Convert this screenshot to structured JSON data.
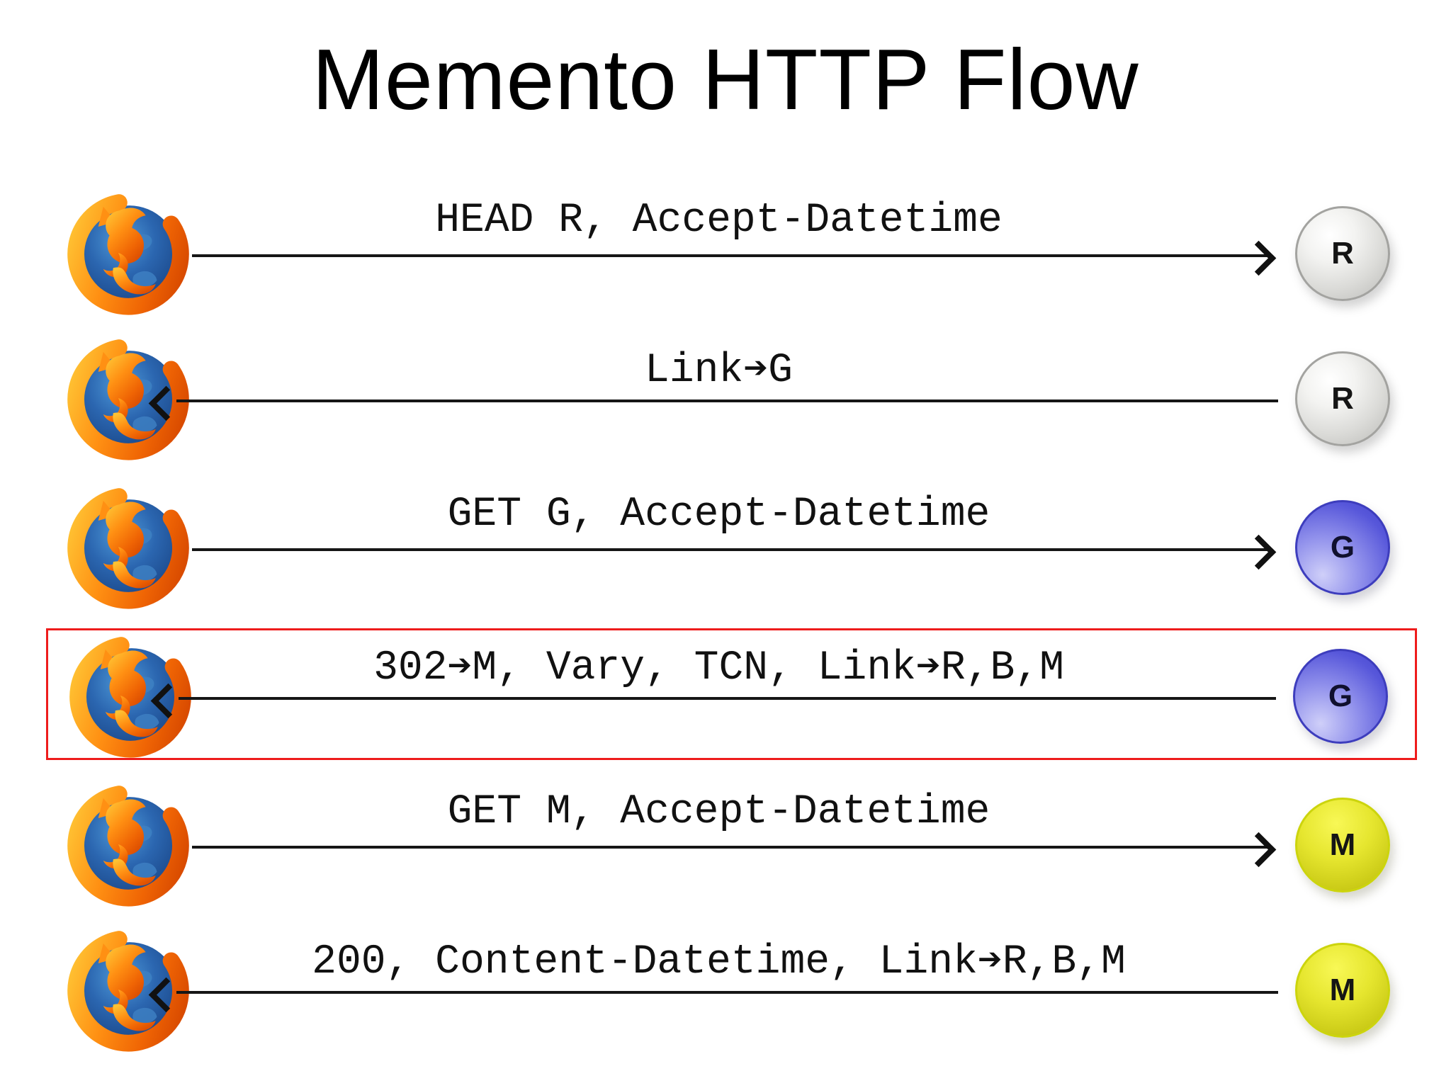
{
  "title": "Memento HTTP Flow",
  "client": {
    "name": "Firefox browser",
    "icon": "firefox-icon"
  },
  "rows": [
    {
      "message": "HEAD R, Accept-Datetime",
      "direction": "right",
      "node": "R",
      "node_color": "gray",
      "highlighted": false
    },
    {
      "message": "Link➔G",
      "direction": "left",
      "node": "R",
      "node_color": "gray",
      "highlighted": false
    },
    {
      "message": "GET G, Accept-Datetime",
      "direction": "right",
      "node": "G",
      "node_color": "blue",
      "highlighted": false
    },
    {
      "message": "302➔M, Vary, TCN, Link➔R,B,M",
      "direction": "left",
      "node": "G",
      "node_color": "blue",
      "highlighted": true
    },
    {
      "message": "GET M, Accept-Datetime",
      "direction": "right",
      "node": "M",
      "node_color": "yellow",
      "highlighted": false
    },
    {
      "message": "200, Content-Datetime, Link➔R,B,M",
      "direction": "left",
      "node": "M",
      "node_color": "yellow",
      "highlighted": false
    }
  ],
  "colors": {
    "highlight_border": "#ee1c1c",
    "arrow": "#161616",
    "node_gray": "#d9d9d6",
    "node_blue": "#5757da",
    "node_yellow": "#d8d81f"
  }
}
